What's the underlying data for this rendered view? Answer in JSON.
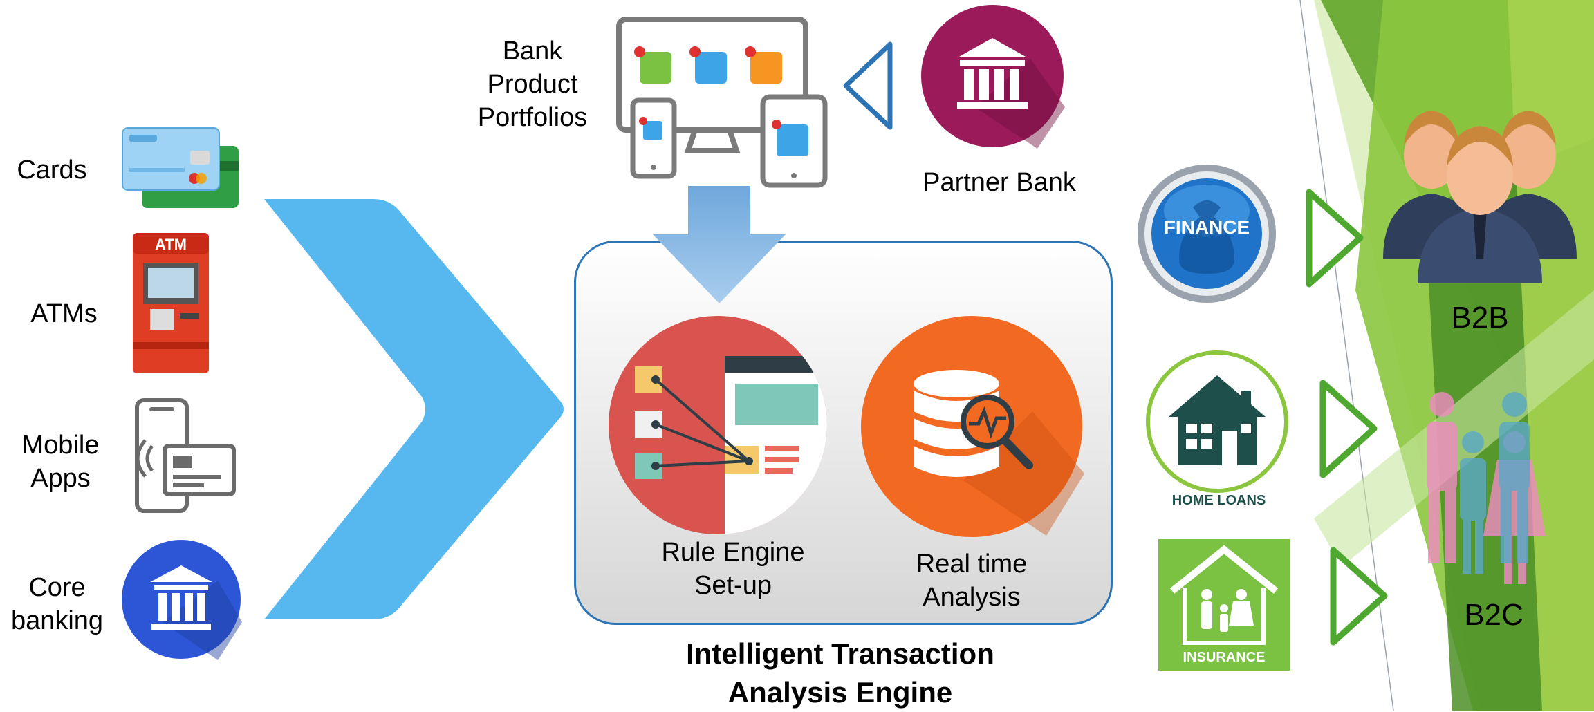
{
  "sources": [
    {
      "line1": "Cards",
      "line2": "",
      "icon": "credit-cards-icon"
    },
    {
      "line1": "ATMs",
      "line2": "",
      "icon": "atm-icon"
    },
    {
      "line1": "Mobile",
      "line2": "Apps",
      "icon": "mobile-payment-icon"
    },
    {
      "line1": "Core",
      "line2": "banking",
      "icon": "bank-building-icon"
    }
  ],
  "portfolio": {
    "line1": "Bank",
    "line2": "Product",
    "line3": "Portfolios",
    "icon": "multi-device-icon"
  },
  "partner_bank": {
    "label": "Partner Bank",
    "icon": "bank-icon"
  },
  "engine": {
    "title_line1": "Intelligent Transaction",
    "title_line2": "Analysis Engine",
    "components": [
      {
        "line1": "Rule Engine",
        "line2": "Set-up",
        "icon": "rule-engine-icon"
      },
      {
        "line1": "Real time",
        "line2": "Analysis",
        "icon": "database-analysis-icon"
      }
    ]
  },
  "products": [
    {
      "label": "FINANCE",
      "icon": "finance-money-bag-icon"
    },
    {
      "label": "HOME LOANS",
      "icon": "house-icon"
    },
    {
      "label": "INSURANCE",
      "icon": "family-house-icon"
    }
  ],
  "segments": [
    {
      "label": "B2B",
      "icon": "business-people-icon"
    },
    {
      "label": "B2C",
      "icon": "family-icon"
    }
  ],
  "colors": {
    "chevron": "#56b8ef",
    "engine_border": "#2e75b6",
    "rule_circle": "#d9534f",
    "analysis_circle": "#f26a22",
    "partner_circle": "#9b1b5a",
    "core_circle": "#2c56d6",
    "green": "#4ea72e"
  }
}
